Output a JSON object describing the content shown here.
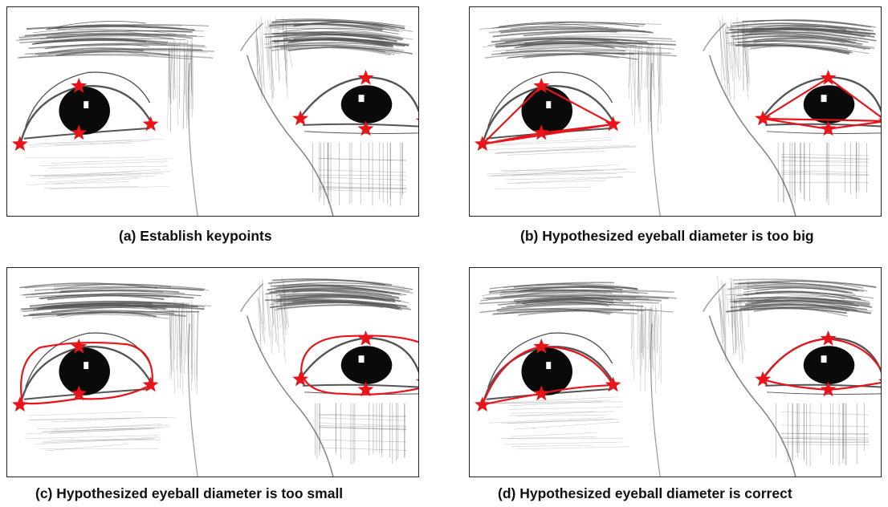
{
  "panels": [
    {
      "id": "a",
      "caption": "(a) Establish keypoints",
      "overlay": "none"
    },
    {
      "id": "b",
      "caption": "(b) Hypothesized eyeball diameter is too big",
      "overlay": "triangle"
    },
    {
      "id": "c",
      "caption": "(c) Hypothesized eyeball diameter is too small",
      "overlay": "loop"
    },
    {
      "id": "d",
      "caption": "(d) Hypothesized eyeball diameter is correct",
      "overlay": "eyelid"
    }
  ],
  "colors": {
    "keypoint": "#e8141a",
    "sketch": "#555555",
    "pupil": "#0a0a0a"
  },
  "icons": {
    "keypoint": "star-icon"
  }
}
